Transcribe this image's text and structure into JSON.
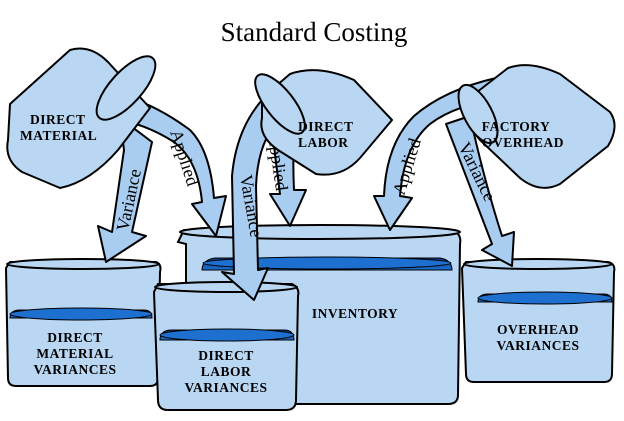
{
  "title": "Standard Costing",
  "colors": {
    "container_fill": "#b9d7f3",
    "liquid": "#1d6fd0",
    "liquid_dark": "#0d3f8c",
    "outline": "#000000",
    "arrow_fill": "#a8cdf1"
  },
  "pouring_containers": [
    {
      "id": "direct-material",
      "lines": [
        "DIRECT",
        "MATERIAL"
      ]
    },
    {
      "id": "direct-labor",
      "lines": [
        "DIRECT",
        "LABOR"
      ]
    },
    {
      "id": "factory-overhead",
      "lines": [
        "FACTORY",
        "OVERHEAD"
      ]
    }
  ],
  "flows": [
    {
      "id": "material-variance",
      "label": "Variance"
    },
    {
      "id": "material-applied",
      "label": "Applied"
    },
    {
      "id": "labor-variance",
      "label": "Variance"
    },
    {
      "id": "labor-applied",
      "label": "Applied"
    },
    {
      "id": "overhead-applied",
      "label": "Applied"
    },
    {
      "id": "overhead-variance",
      "label": "Variance"
    }
  ],
  "receiving_beakers": [
    {
      "id": "direct-material-variances",
      "lines": [
        "DIRECT",
        "MATERIAL",
        "VARIANCES"
      ]
    },
    {
      "id": "inventory",
      "lines": [
        "INVENTORY"
      ]
    },
    {
      "id": "direct-labor-variances",
      "lines": [
        "DIRECT",
        "LABOR",
        "VARIANCES"
      ]
    },
    {
      "id": "overhead-variances",
      "lines": [
        "OVERHEAD",
        "VARIANCES"
      ]
    }
  ]
}
